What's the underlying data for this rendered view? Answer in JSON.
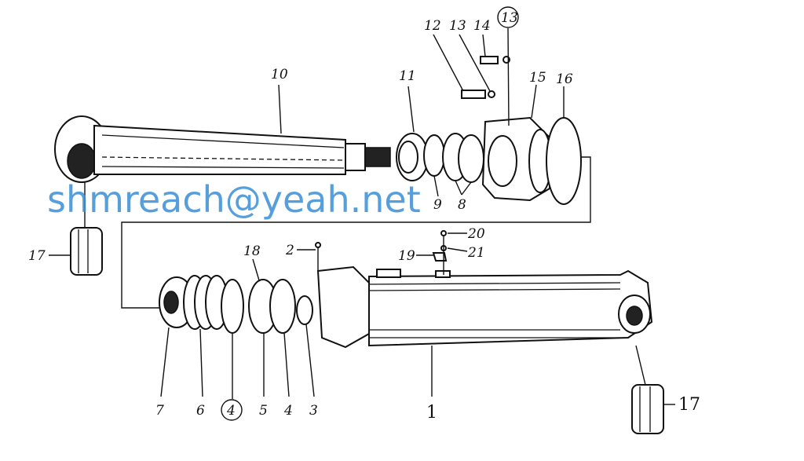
{
  "diagram": {
    "title": "Hydraulic cylinder exploded view",
    "watermark": "shmreach@yeah.net",
    "callouts": {
      "p10": "10",
      "p11": "11",
      "p12": "12",
      "p13a": "13",
      "p14": "14",
      "p13b": "13",
      "p15": "15",
      "p16": "16",
      "p9": "9",
      "p8": "8",
      "p17a": "17",
      "p20": "20",
      "p21": "21",
      "p19": "19",
      "p2": "2",
      "p18": "18",
      "p7": "7",
      "p6": "6",
      "p4a": "4",
      "p5": "5",
      "p4b": "4",
      "p3": "3",
      "p1": "1",
      "p17b": "17"
    }
  }
}
